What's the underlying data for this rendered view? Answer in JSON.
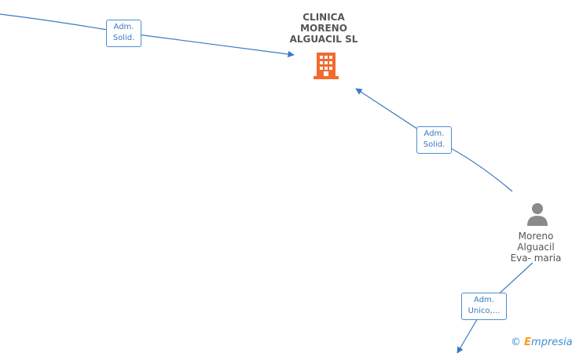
{
  "nodes": {
    "company": {
      "name_lines": [
        "CLINICA",
        "MORENO",
        "ALGUACIL SL"
      ],
      "icon": "building-icon",
      "color": "#f26a2e"
    },
    "person": {
      "name_lines": [
        "Moreno",
        "Alguacil",
        "Eva- maria"
      ],
      "icon": "person-icon",
      "color": "#8a8a8a"
    }
  },
  "edges": [
    {
      "label_lines": [
        "Adm.",
        "Solid."
      ]
    },
    {
      "label_lines": [
        "Adm.",
        "Solid."
      ]
    },
    {
      "label_lines": [
        "Adm.",
        "Unico,..."
      ]
    }
  ],
  "colors": {
    "edge": "#3b78c2",
    "label_border": "#4a8fd4"
  },
  "watermark": {
    "symbol": "©",
    "brand_initial": "E",
    "brand_rest": "mpresia"
  }
}
